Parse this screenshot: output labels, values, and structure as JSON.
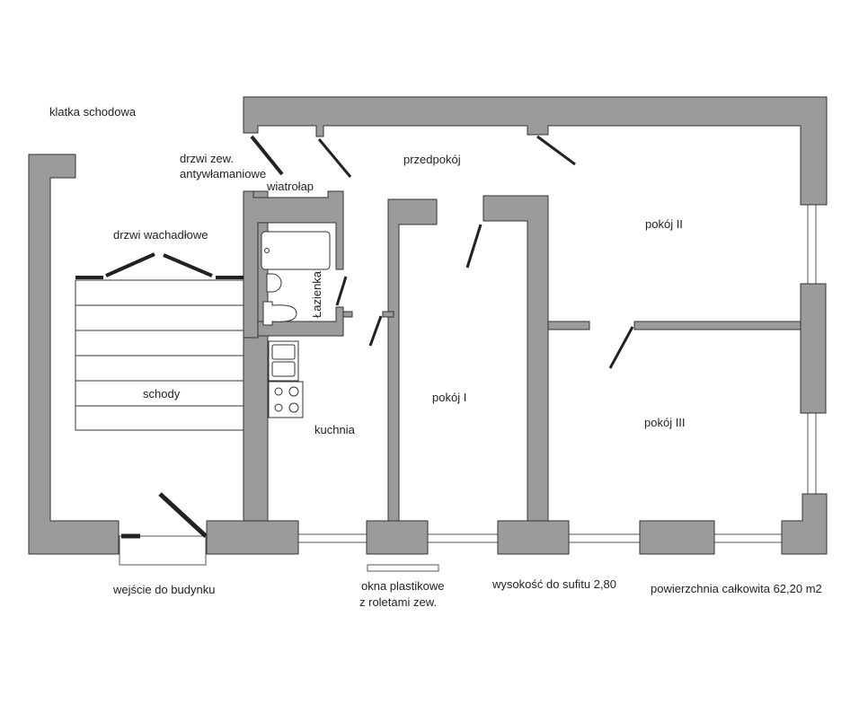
{
  "labels": {
    "staircase": "klatka schodowa",
    "entry_door_1": "drzwi zew.",
    "entry_door_2": "antywłamaniowe",
    "windbreak": "wiatrołap",
    "hall": "przedpokój",
    "swing_doors": "drzwi wachadłowe",
    "bathroom": "Łazienka",
    "stairs": "schody",
    "kitchen": "kuchnia",
    "room1": "pokój I",
    "room2": "pokój II",
    "room3": "pokój III",
    "building_entrance": "wejście do budynku",
    "windows_1": "okna plastikowe",
    "windows_2": "z roletami zew.",
    "ceiling_height": "wysokość do sufitu 2,80",
    "total_area": "powierzchnia całkowita 62,20 m2"
  }
}
